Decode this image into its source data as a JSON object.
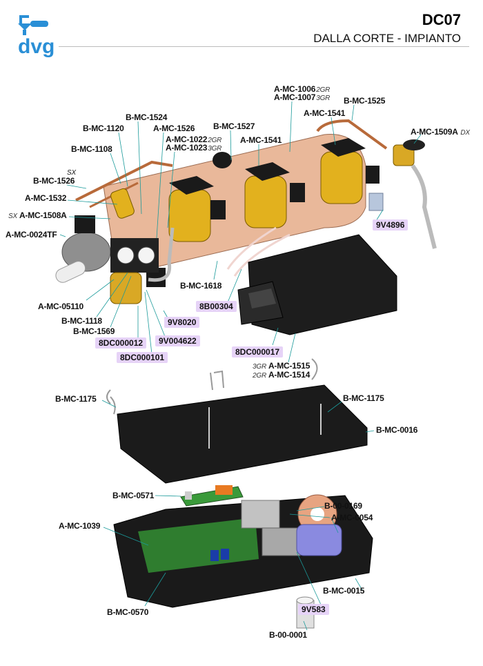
{
  "header": {
    "brand": "dvg",
    "model": "DC07",
    "subtitle": "DALLA CORTE - IMPIANTO",
    "brand_color": "#2a8fd6"
  },
  "colors": {
    "highlight": "#e6d3f7",
    "leader": "#1a9a9a"
  },
  "labels": {
    "a_mc_1006": {
      "code": "A-MC-1006",
      "suffix": "2GR"
    },
    "a_mc_1007": {
      "code": "A-MC-1007",
      "suffix": "3GR"
    },
    "b_mc_1525": "B-MC-1525",
    "a_mc_1541_r": "A-MC-1541",
    "b_mc_1524": "B-MC-1524",
    "b_mc_1120": "B-MC-1120",
    "a_mc_1526": "A-MC-1526",
    "b_mc_1527": "B-MC-1527",
    "a_mc_1509a": {
      "code": "A-MC-1509A",
      "suffix": "DX"
    },
    "a_mc_1022": {
      "code": "A-MC-1022",
      "suffix": "2GR"
    },
    "a_mc_1023": {
      "code": "A-MC-1023",
      "suffix": "3GR"
    },
    "a_mc_1541_m": "A-MC-1541",
    "b_mc_1108": "B-MC-1108",
    "b_mc_1526": {
      "code": "B-MC-1526",
      "suffix": "SX"
    },
    "a_mc_1532": "A-MC-1532",
    "a_mc_1508a": {
      "code": "A-MC-1508A",
      "prefix": "SX"
    },
    "a_mc_0024tf": "A-MC-0024TF",
    "a_mc_05110": "A-MC-05110",
    "b_mc_1618": "B-MC-1618",
    "b_mc_1118": "B-MC-1118",
    "b_mc_1569": "B-MC-1569",
    "a_mc_1515": {
      "code": "A-MC-1515",
      "prefix": "3GR"
    },
    "a_mc_1514": {
      "code": "A-MC-1514",
      "prefix": "2GR"
    },
    "b_mc_1175_l": "B-MC-1175",
    "b_mc_1175_r": "B-MC-1175",
    "b_mc_0016": "B-MC-0016",
    "b_mc_0571": "B-MC-0571",
    "b_00_0169": "B-00-0169",
    "a_mc_0054": "A-MC-0054",
    "a_mc_1039": "A-MC-1039",
    "b_mc_0015": "B-MC-0015",
    "b_mc_0570": "B-MC-0570",
    "b_00_0001": "B-00-0001"
  },
  "highlighted": {
    "v9v4896": "9V4896",
    "b8b00304": "8B00304",
    "v9v8020": "9V8020",
    "dc000012": "8DC000012",
    "v9v004622": "9V004622",
    "dc000101": "8DC000101",
    "dc000017": "8DC000017",
    "v9v583": "9V583"
  }
}
